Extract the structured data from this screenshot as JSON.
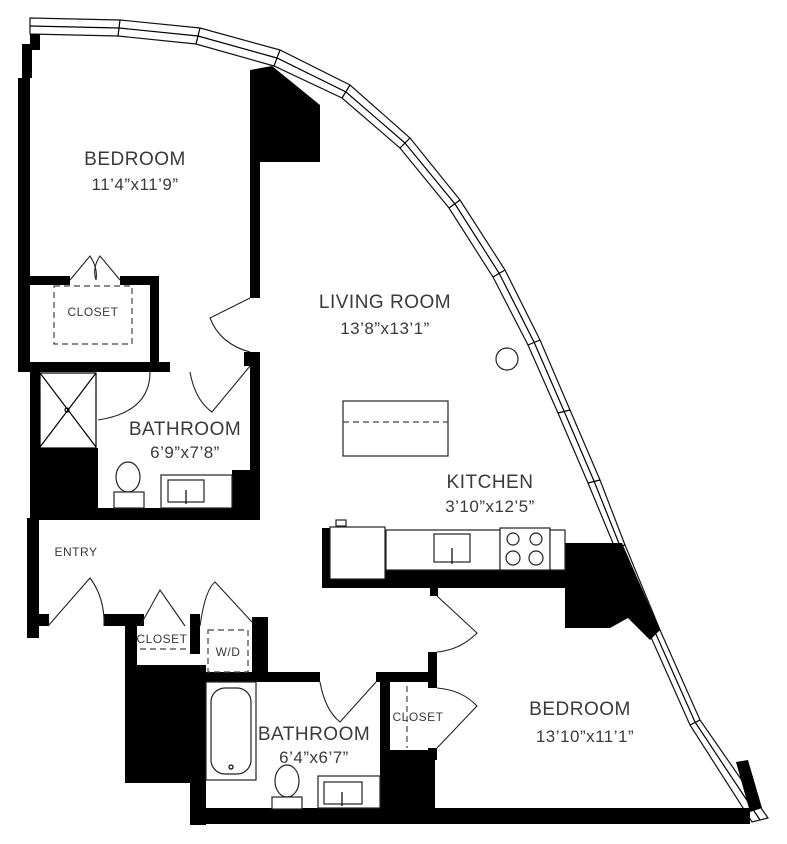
{
  "plan": {
    "rooms": [
      {
        "id": "bedroom1",
        "name": "BEDROOM",
        "dimensions": "11’4”x11’9”"
      },
      {
        "id": "living",
        "name": "LIVING ROOM",
        "dimensions": "13’8”x13’1”"
      },
      {
        "id": "bath1",
        "name": "BATHROOM",
        "dimensions": "6’9”x7’8”"
      },
      {
        "id": "kitchen",
        "name": "KITCHEN",
        "dimensions": "3’10”x12’5”"
      },
      {
        "id": "bath2",
        "name": "BATHROOM",
        "dimensions": "6’4”x6’7”"
      },
      {
        "id": "bedroom2",
        "name": "BEDROOM",
        "dimensions": "13’10”x11’1”"
      }
    ],
    "small_labels": {
      "closet1": "CLOSET",
      "closet2": "CLOSET",
      "closet3": "CLOSET",
      "entry": "ENTRY",
      "washer_dryer": "W/D"
    },
    "colors": {
      "wall": "#000000",
      "text": "#3a3a3a",
      "background": "#ffffff"
    }
  }
}
